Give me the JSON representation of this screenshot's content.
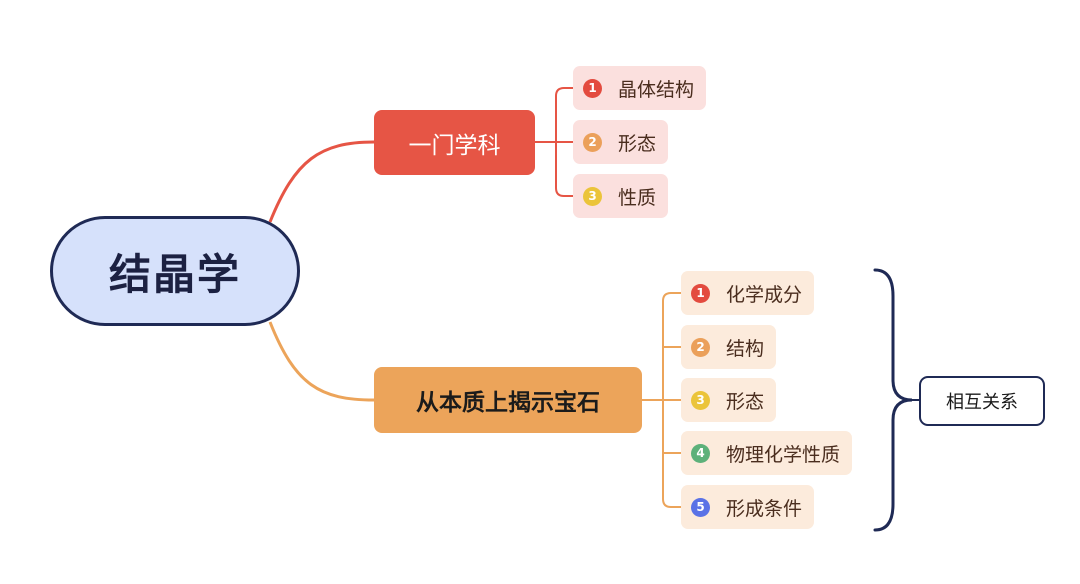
{
  "root": {
    "label": "结晶学"
  },
  "branches": [
    {
      "label": "一门学科",
      "color": "#e65545",
      "children": [
        {
          "num": "1",
          "label": "晶体结构",
          "num_color": "#e34b3f"
        },
        {
          "num": "2",
          "label": "形态",
          "num_color": "#eba05a"
        },
        {
          "num": "3",
          "label": "性质",
          "num_color": "#ebc43a"
        }
      ]
    },
    {
      "label": "从本质上揭示宝石",
      "color": "#eca45a",
      "children": [
        {
          "num": "1",
          "label": "化学成分",
          "num_color": "#e34b3f"
        },
        {
          "num": "2",
          "label": "结构",
          "num_color": "#eba05a"
        },
        {
          "num": "3",
          "label": "形态",
          "num_color": "#ebc43a"
        },
        {
          "num": "4",
          "label": "物理化学性质",
          "num_color": "#5db17a"
        },
        {
          "num": "5",
          "label": "形成条件",
          "num_color": "#5a72e6"
        }
      ]
    }
  ],
  "summary": {
    "label": "相互关系"
  }
}
